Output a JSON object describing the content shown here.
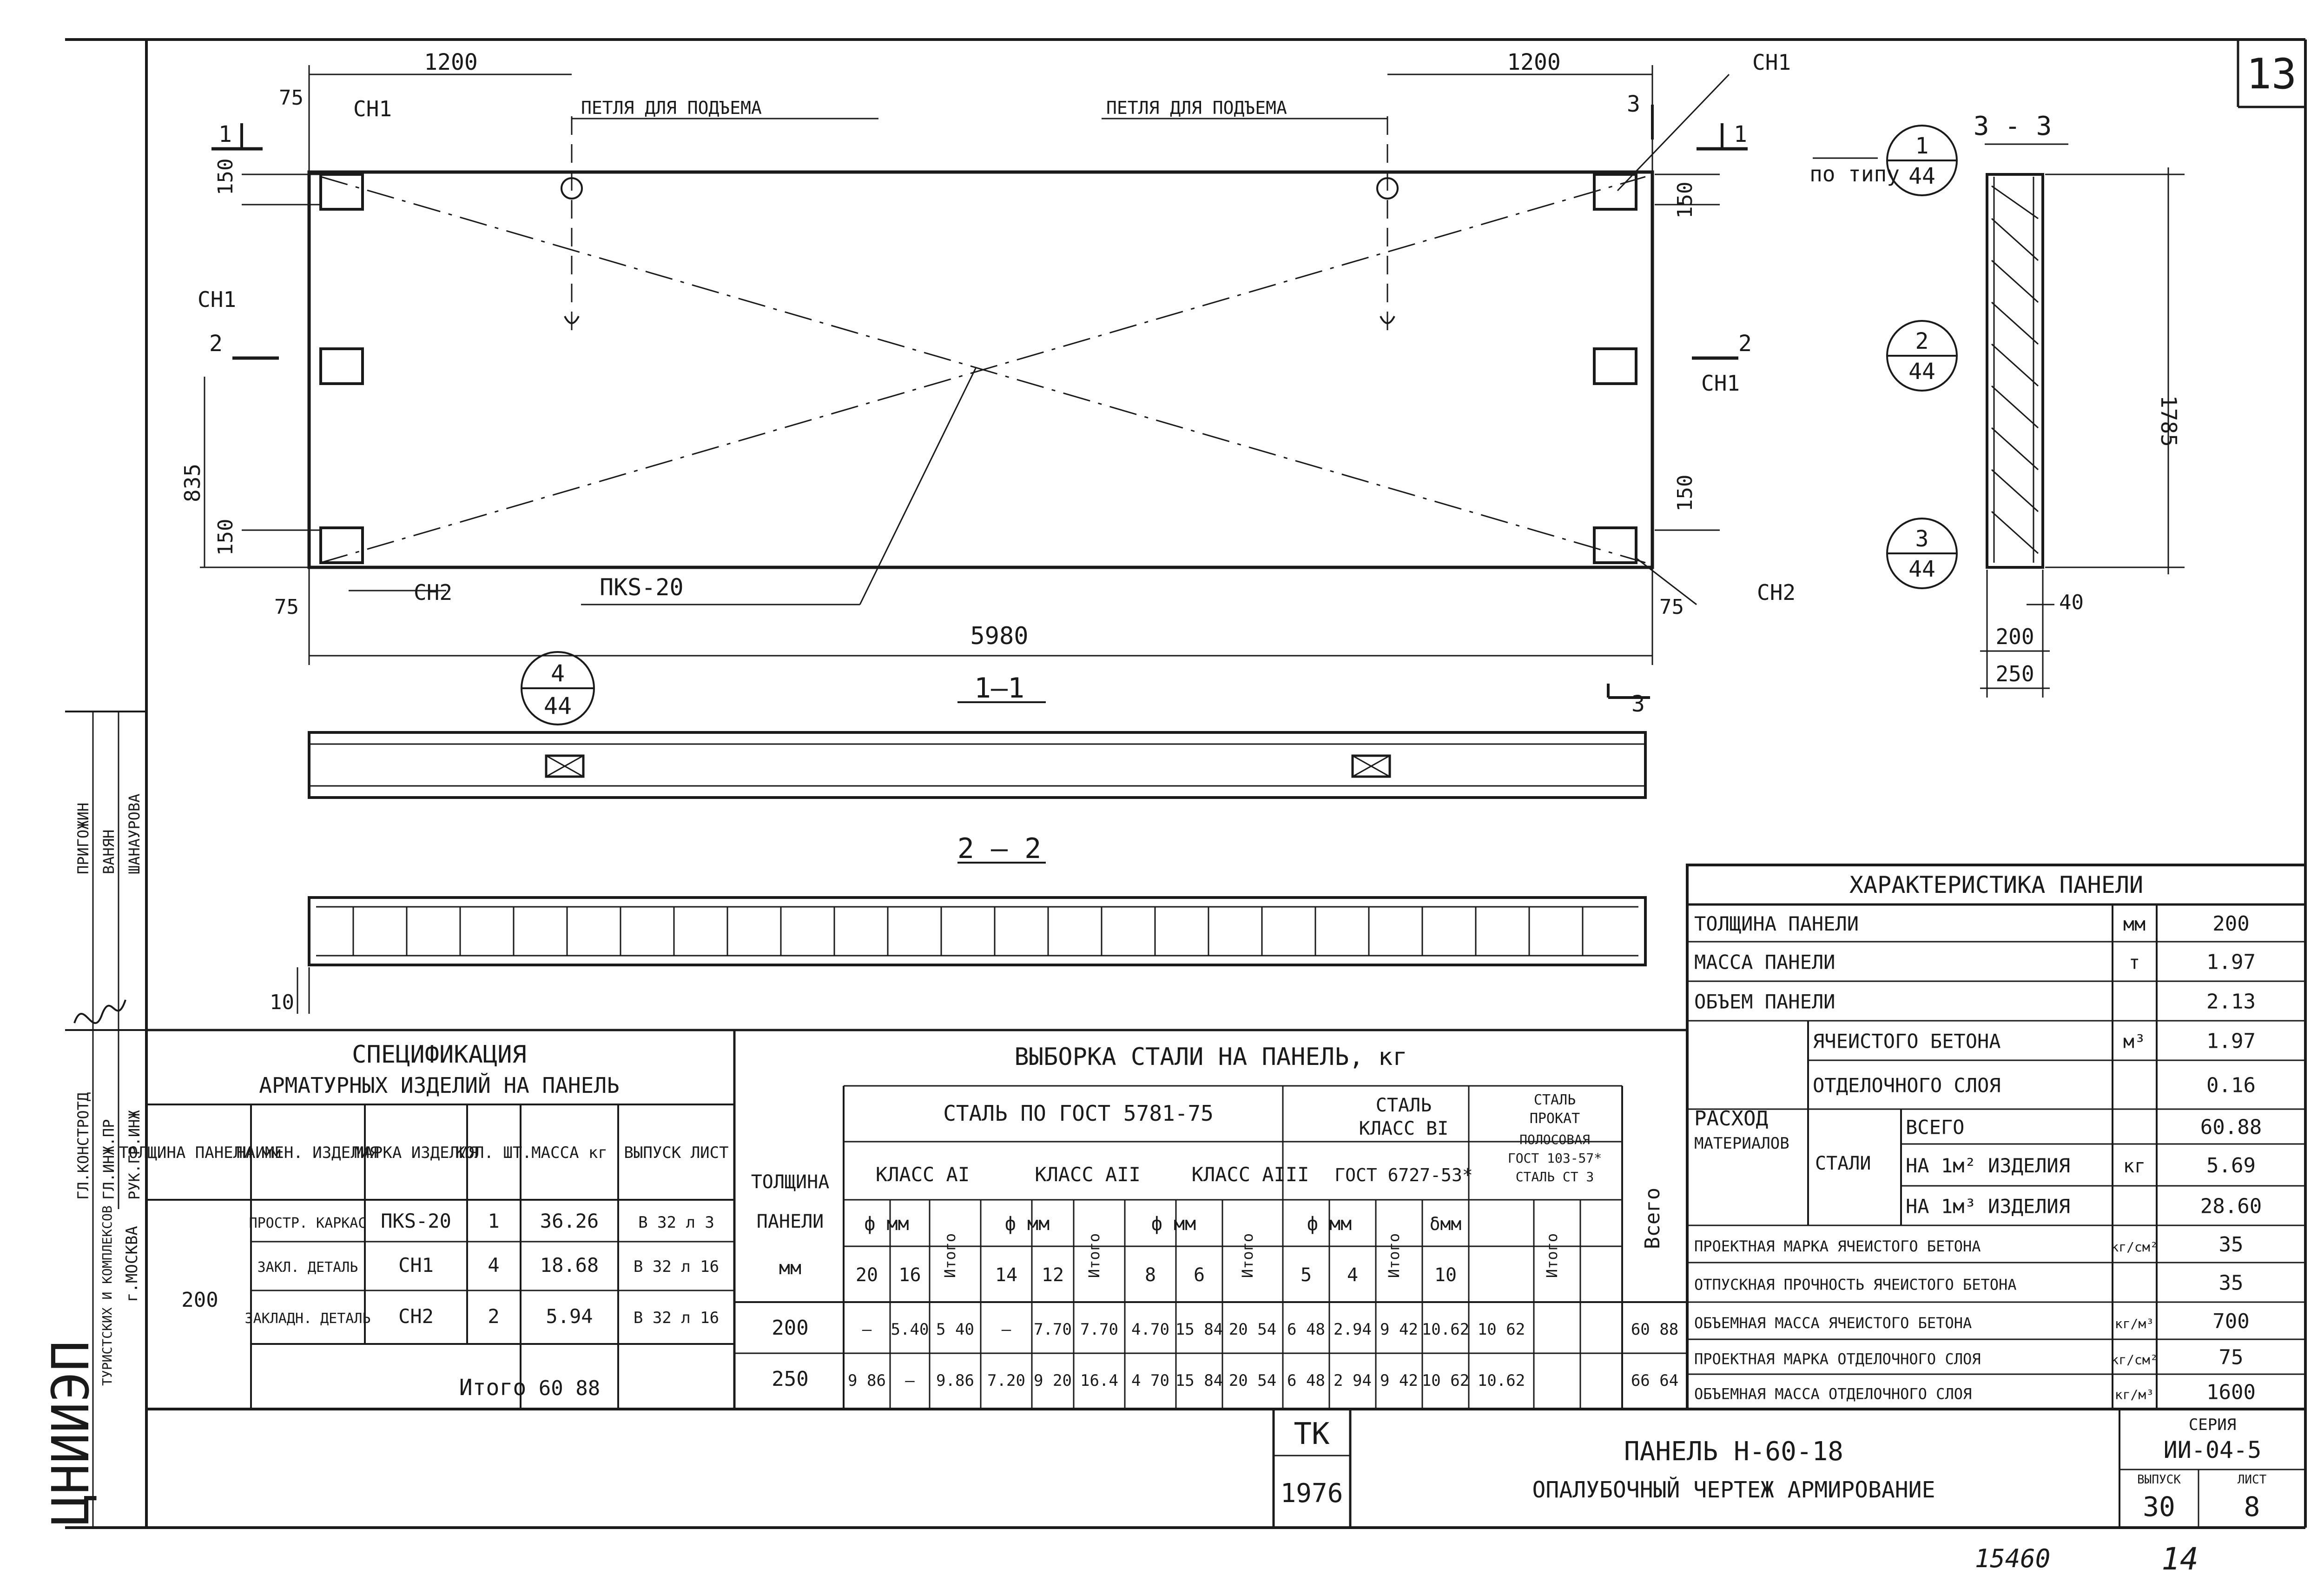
{
  "sheet_number": "13",
  "plan": {
    "dim_top_left": "1200",
    "dim_top_right": "1200",
    "dim_75": "75",
    "dim_150": "150",
    "dim_835": "835",
    "dim_overall": "5980",
    "label_ch1": "СН1",
    "label_ch2": "СН2",
    "label_loop": "ПЕТЛЯ ДЛЯ ПОДЪЕМА",
    "label_frame": "ПКS-20",
    "cut_1": "1",
    "cut_2": "2",
    "cut_3": "3"
  },
  "section_33": {
    "title": "3 - 3",
    "po_tipu": "по типу",
    "ref1_num": "1",
    "ref1_sheet": "44",
    "ref2_num": "2",
    "ref2_sheet": "44",
    "ref3_num": "3",
    "ref3_sheet": "44",
    "dim_height": "1785",
    "dim_40": "40",
    "dim_200": "200",
    "dim_250": "250"
  },
  "section_11": {
    "title": "1—1",
    "ref_num": "4",
    "ref_sheet": "44"
  },
  "section_22": {
    "title": "2 — 2",
    "dim_10": "10"
  },
  "characteristics": {
    "title": "ХАРАКТЕРИСТИКА ПАНЕЛИ",
    "rows": [
      {
        "label": "ТОЛЩИНА ПАНЕЛИ",
        "unit": "мм",
        "value": "200"
      },
      {
        "label": "МАССА ПАНЕЛИ",
        "unit": "т",
        "value": "1.97"
      },
      {
        "label": "ОБЪЕМ ПАНЕЛИ",
        "unit": "",
        "value": "2.13"
      },
      {
        "label": "ЯЧЕИСТОГО БЕТОНА",
        "unit": "м³",
        "value": "1.97"
      },
      {
        "label": "ОТДЕЛОЧНОГО СЛОЯ",
        "unit": "",
        "value": "0.16"
      },
      {
        "label": "ВСЕГО",
        "unit": "",
        "value": "60.88"
      },
      {
        "label": "НА 1м² ИЗДЕЛИЯ",
        "unit": "кг",
        "value": "5.69"
      },
      {
        "label": "НА 1м³ ИЗДЕЛИЯ",
        "unit": "",
        "value": "28.60"
      },
      {
        "label": "ПРОЕКТНАЯ МАРКА ЯЧЕИСТОГО БЕТОНА",
        "unit": "кг/см²",
        "value": "35"
      },
      {
        "label": "ОТПУСКНАЯ ПРОЧНОСТЬ ЯЧЕИСТОГО БЕТОНА",
        "unit": "",
        "value": "35"
      },
      {
        "label": "ОБЪЕМНАЯ МАССА ЯЧЕИСТОГО БЕТОНА",
        "unit": "кг/м³",
        "value": "700"
      },
      {
        "label": "ПРОЕКТНАЯ МАРКА ОТДЕЛОЧНОГО СЛОЯ",
        "unit": "кг/см²",
        "value": "75"
      },
      {
        "label": "ОБЪЕМНАЯ МАССА ОТДЕЛОЧНОГО СЛОЯ",
        "unit": "кг/м³",
        "value": "1600"
      }
    ],
    "rashod": "РАСХОД",
    "materialov": "МАТЕРИАЛОВ",
    "stali": "СТАЛИ"
  },
  "specification": {
    "title_line1": "СПЕЦИФИКАЦИЯ",
    "title_line2": "АРМАТУРНЫХ ИЗДЕЛИЙ НА ПАНЕЛЬ",
    "headers": [
      "ТОЛЩИНА ПАНЕЛИ мм",
      "НАИМЕН. ИЗДЕЛИЯ",
      "МАРКА ИЗДЕЛИЯ",
      "КОЛ. ШТ.",
      "МАССА кг",
      "ВЫПУСК ЛИСТ"
    ],
    "thickness": "200",
    "rows": [
      {
        "name": "ПРОСТР. КАРКАС",
        "mark": "ПКS-20",
        "qty": "1",
        "mass": "36.26",
        "issue": "В 32 л 3"
      },
      {
        "name": "ЗАКЛ. ДЕТАЛЬ",
        "mark": "СН1",
        "qty": "4",
        "mass": "18.68",
        "issue": "В 32 л 16"
      },
      {
        "name": "ЗАКЛАДН. ДЕТАЛЬ",
        "mark": "СН2",
        "qty": "2",
        "mass": "5.94",
        "issue": "В 32 л 16"
      }
    ],
    "total_label": "Итого",
    "total_value": "60 88"
  },
  "steel": {
    "title": "ВЫБОРКА СТАЛИ НА ПАНЕЛЬ, кг",
    "thickness_header": "ТОЛЩИНА ПАНЕЛИ мм",
    "gost_header": "СТАЛЬ ПО ГОСТ 5781-75",
    "class_a1": "КЛАСС АI",
    "class_a2": "КЛАСС АII",
    "class_a3": "КЛАСС АIII",
    "b1_header_1": "СТАЛЬ",
    "b1_header_2": "КЛАСС ВI",
    "b1_header_3": "ГОСТ 6727-53*",
    "strip_header_1": "СТАЛЬ",
    "strip_header_2": "ПРОКАТ",
    "strip_header_3": "ПОЛОСОВАЯ",
    "strip_header_4": "ГОСТ 103-57*",
    "strip_header_5": "СТАЛЬ СТ 3",
    "phi_mm": "ф мм",
    "delta_mm": "δмм",
    "itogo": "Итого",
    "vsego": "Всего",
    "diameters": [
      "20",
      "16",
      "14",
      "12",
      "8",
      "6",
      "5",
      "4",
      "10"
    ],
    "rows": [
      {
        "t": "200",
        "v": [
          "—",
          "5.40",
          "5 40",
          "—",
          "7.70",
          "7.70",
          "4.70",
          "15 84",
          "20 54",
          "6 48",
          "2.94",
          "9 42",
          "10.62",
          "10 62",
          "60 88"
        ]
      },
      {
        "t": "250",
        "v": [
          "9 86",
          "—",
          "9.86",
          "7.20",
          "9 20",
          "16.4",
          "4 70",
          "15 84",
          "20 54",
          "6 48",
          "2 94",
          "9 42",
          "10 62",
          "10.62",
          "66 64"
        ]
      }
    ]
  },
  "title_block": {
    "org": "ЦНИИЭП",
    "org_sub1": "ТУРИСТСКИХ И КОМПЛЕКСОВ",
    "org_sub2": "г.МОСКВА",
    "roles": [
      "ГЛ.КОНСТРОТД",
      "ГЛ.ИНЖ.ПР",
      "РУК.ГР.ИНЖ"
    ],
    "names": [
      "ПРИГОЖИН",
      "ВАНЯН",
      "ШАНАУРОВА"
    ],
    "tk": "ТК",
    "year": "1976",
    "title_line1": "ПАНЕЛЬ Н-60-18",
    "title_line2": "ОПАЛУБОЧНЫЙ ЧЕРТЕЖ АРМИРОВАНИЕ",
    "series_label": "СЕРИЯ",
    "series": "ИИ-04-5",
    "issue_label": "ВЫПУСК",
    "issue": "30",
    "sheet_label": "ЛИСТ",
    "sheet": "8",
    "inventory": "15460",
    "page_num": "14"
  }
}
